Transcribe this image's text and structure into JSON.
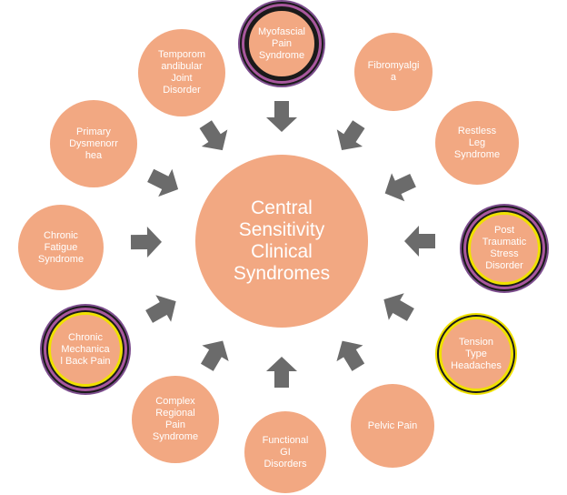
{
  "center": {
    "label": "Central\nSensitivity\nClinical\nSyndromes"
  },
  "syndromes": [
    {
      "label": "Myofascial\nPain\nSyndrome"
    },
    {
      "label": "Fibromyalgi\na"
    },
    {
      "label": "Restless\nLeg\nSyndrome"
    },
    {
      "label": "Post\nTraumatic\nStress\nDisorder"
    },
    {
      "label": "Tension\nType\nHeadaches"
    },
    {
      "label": "Pelvic Pain"
    },
    {
      "label": "Functional\nGI\nDisorders"
    },
    {
      "label": "Complex\nRegional\nPain\nSyndrome"
    },
    {
      "label": "Chronic\nMechanica\nl Back Pain"
    },
    {
      "label": "Chronic\nFatigue\nSyndrome"
    },
    {
      "label": "Primary\nDysmenorr\nhea"
    },
    {
      "label": "Temporom\nandibular\nJoint\nDisorder"
    }
  ],
  "colors": {
    "node_fill": "#f2a882",
    "arrow_fill": "#6b6b6b",
    "label_text": "#ffffff",
    "highlight_yellow": "#efe100",
    "highlight_purple": "#a8579d"
  }
}
